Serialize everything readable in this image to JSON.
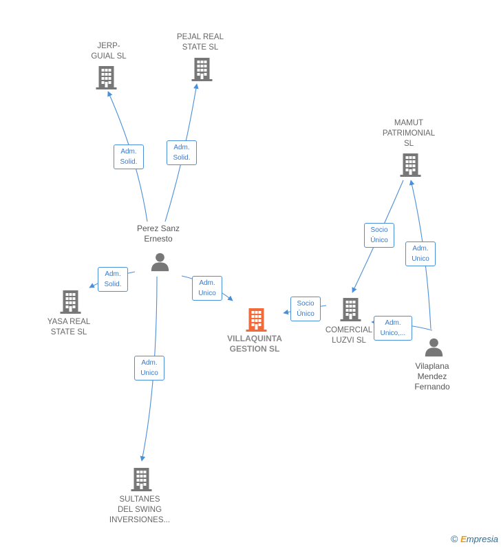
{
  "colors": {
    "company": "#777777",
    "main_company": "#f06a3a",
    "person": "#777777",
    "edge": "#4a8fd9"
  },
  "nodes": {
    "jerp": {
      "label": "JERP-\nGUIAL  SL",
      "icon": "building-icon"
    },
    "pejal": {
      "label": "PEJAL REAL\nSTATE  SL",
      "icon": "building-icon"
    },
    "mamut": {
      "label": "MAMUT\nPATRIMONIAL\nSL",
      "icon": "building-icon"
    },
    "perez": {
      "label": "Perez Sanz\nErnesto",
      "icon": "person-icon"
    },
    "yasa": {
      "label": "YASA REAL\nSTATE  SL",
      "icon": "building-icon"
    },
    "villaquinta": {
      "label": "VILLAQUINTA\nGESTION  SL",
      "icon": "building-icon"
    },
    "comercial": {
      "label": "COMERCIAL\nLUZVI SL",
      "icon": "building-icon"
    },
    "vilaplana": {
      "label": "Vilaplana\nMendez\nFernando",
      "icon": "person-icon"
    },
    "sultanes": {
      "label": "SULTANES\nDEL SWING\nINVERSIONES...",
      "icon": "building-icon"
    }
  },
  "edges": {
    "perez_jerp": "Adm.\nSolid.",
    "perez_pejal": "Adm.\nSolid.",
    "perez_yasa": "Adm.\nSolid.",
    "perez_villaquinta": "Adm.\nUnico",
    "perez_sultanes": "Adm.\nUnico",
    "comercial_villaquinta": "Socio\nÚnico",
    "mamut_comercial": "Socio\nÚnico",
    "vilaplana_mamut": "Adm.\nUnico",
    "vilaplana_comercial": "Adm.\nUnico,..."
  },
  "watermark": {
    "copyright": "©",
    "brand_first": "E",
    "brand_rest": "mpresia"
  }
}
